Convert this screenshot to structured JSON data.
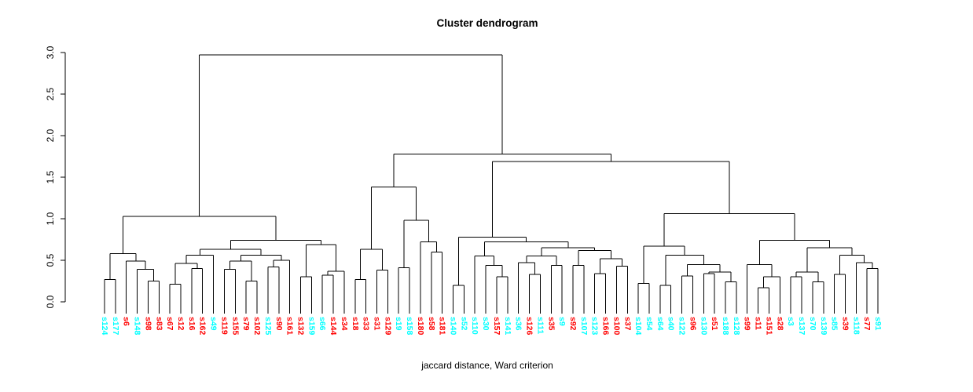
{
  "chart_data": {
    "type": "dendrogram",
    "title": "Cluster dendrogram",
    "xlabel": "jaccard distance, Ward criterion",
    "ylabel": "",
    "legend": "none",
    "grid": "off",
    "y_axis": {
      "range": [
        0.0,
        3.0
      ],
      "ticks": [
        0,
        0.5,
        1,
        1.5,
        2,
        2.5,
        3
      ],
      "tick_labels": [
        "0.0",
        "0.5",
        "1.0",
        "1.5",
        "2.0",
        "2.5",
        "3.0"
      ]
    },
    "colors": {
      "cyan": "#00FFFF",
      "red": "#FF0000",
      "line": "#000000"
    },
    "root_height": 2.97,
    "leaves": [
      {
        "label": "s124",
        "color": "cyan"
      },
      {
        "label": "s177",
        "color": "cyan"
      },
      {
        "label": "s6",
        "color": "red"
      },
      {
        "label": "s148",
        "color": "cyan"
      },
      {
        "label": "s98",
        "color": "red"
      },
      {
        "label": "s83",
        "color": "red"
      },
      {
        "label": "s67",
        "color": "red"
      },
      {
        "label": "s12",
        "color": "red"
      },
      {
        "label": "s16",
        "color": "red"
      },
      {
        "label": "s162",
        "color": "red"
      },
      {
        "label": "s49",
        "color": "cyan"
      },
      {
        "label": "s119",
        "color": "red"
      },
      {
        "label": "s155",
        "color": "red"
      },
      {
        "label": "s79",
        "color": "red"
      },
      {
        "label": "s102",
        "color": "red"
      },
      {
        "label": "s125",
        "color": "cyan"
      },
      {
        "label": "s90",
        "color": "red"
      },
      {
        "label": "s161",
        "color": "red"
      },
      {
        "label": "s132",
        "color": "red"
      },
      {
        "label": "s159",
        "color": "cyan"
      },
      {
        "label": "s66",
        "color": "cyan"
      },
      {
        "label": "s144",
        "color": "red"
      },
      {
        "label": "s34",
        "color": "red"
      },
      {
        "label": "s18",
        "color": "red"
      },
      {
        "label": "s33",
        "color": "red"
      },
      {
        "label": "s31",
        "color": "red"
      },
      {
        "label": "s129",
        "color": "red"
      },
      {
        "label": "s19",
        "color": "cyan"
      },
      {
        "label": "s158",
        "color": "cyan"
      },
      {
        "label": "s180",
        "color": "red"
      },
      {
        "label": "s58",
        "color": "red"
      },
      {
        "label": "s181",
        "color": "red"
      },
      {
        "label": "s140",
        "color": "cyan"
      },
      {
        "label": "s52",
        "color": "cyan"
      },
      {
        "label": "s110",
        "color": "cyan"
      },
      {
        "label": "s30",
        "color": "cyan"
      },
      {
        "label": "s157",
        "color": "red"
      },
      {
        "label": "s141",
        "color": "cyan"
      },
      {
        "label": "s36",
        "color": "cyan"
      },
      {
        "label": "s126",
        "color": "red"
      },
      {
        "label": "s111",
        "color": "cyan"
      },
      {
        "label": "s35",
        "color": "red"
      },
      {
        "label": "s9",
        "color": "cyan"
      },
      {
        "label": "s92",
        "color": "red"
      },
      {
        "label": "s107",
        "color": "cyan"
      },
      {
        "label": "s123",
        "color": "cyan"
      },
      {
        "label": "s166",
        "color": "red"
      },
      {
        "label": "s100",
        "color": "red"
      },
      {
        "label": "s37",
        "color": "red"
      },
      {
        "label": "s104",
        "color": "cyan"
      },
      {
        "label": "s54",
        "color": "cyan"
      },
      {
        "label": "s64",
        "color": "cyan"
      },
      {
        "label": "s40",
        "color": "cyan"
      },
      {
        "label": "s122",
        "color": "cyan"
      },
      {
        "label": "s96",
        "color": "red"
      },
      {
        "label": "s130",
        "color": "cyan"
      },
      {
        "label": "s51",
        "color": "red"
      },
      {
        "label": "s188",
        "color": "cyan"
      },
      {
        "label": "s128",
        "color": "cyan"
      },
      {
        "label": "s99",
        "color": "red"
      },
      {
        "label": "s11",
        "color": "red"
      },
      {
        "label": "s151",
        "color": "red"
      },
      {
        "label": "s28",
        "color": "red"
      },
      {
        "label": "s3",
        "color": "cyan"
      },
      {
        "label": "s137",
        "color": "cyan"
      },
      {
        "label": "s70",
        "color": "cyan"
      },
      {
        "label": "s139",
        "color": "cyan"
      },
      {
        "label": "s85",
        "color": "cyan"
      },
      {
        "label": "s39",
        "color": "red"
      },
      {
        "label": "s118",
        "color": "cyan"
      },
      {
        "label": "s77",
        "color": "red"
      },
      {
        "label": "s91",
        "color": "cyan"
      }
    ],
    "tree": [
      2.97,
      [
        1.03,
        [
          0.58,
          [
            0.27,
            0,
            1
          ],
          [
            0.49,
            2,
            [
              0.39,
              3,
              [
                0.25,
                4,
                5
              ]
            ]
          ]
        ],
        [
          0.74,
          [
            0.63,
            [
              0.56,
              [
                0.46,
                [
                  0.21,
                  6,
                  7
                ],
                [
                  0.4,
                  8,
                  9
                ]
              ],
              10
            ],
            [
              0.56,
              [
                0.49,
                [
                  0.39,
                  11,
                  12
                ],
                [
                  0.25,
                  13,
                  14
                ]
              ],
              [
                0.5,
                [
                  0.42,
                  15,
                  16
                ],
                17
              ]
            ]
          ],
          [
            0.69,
            [
              0.3,
              18,
              19
            ],
            [
              0.37,
              [
                0.32,
                20,
                21
              ],
              22
            ]
          ]
        ]
      ],
      [
        1.78,
        [
          1.38,
          [
            0.63,
            [
              0.27,
              23,
              24
            ],
            [
              0.38,
              25,
              26
            ]
          ],
          [
            0.98,
            [
              0.41,
              27,
              28
            ],
            [
              0.72,
              29,
              [
                0.6,
                30,
                31
              ]
            ]
          ]
        ],
        [
          1.69,
          [
            0.78,
            [
              0.2,
              32,
              33
            ],
            [
              0.72,
              [
                0.55,
                34,
                [
                  0.44,
                  35,
                  [
                    0.3,
                    36,
                    37
                  ]
                ]
              ],
              [
                0.65,
                [
                  0.55,
                  [
                    0.47,
                    38,
                    [
                      0.33,
                      39,
                      40
                    ]
                  ],
                  [
                    0.44,
                    41,
                    42
                  ]
                ],
                [
                  0.62,
                  [
                    0.44,
                    43,
                    44
                  ],
                  [
                    0.52,
                    [
                      0.34,
                      45,
                      46
                    ],
                    [
                      0.43,
                      47,
                      48
                    ]
                  ]
                ]
              ]
            ]
          ],
          [
            1.06,
            [
              0.67,
              [
                0.22,
                49,
                50
              ],
              [
                0.56,
                [
                  0.2,
                  51,
                  52
                ],
                [
                  0.45,
                  [
                    0.31,
                    53,
                    54
                  ],
                  [
                    0.36,
                    [
                      0.34,
                      55,
                      56
                    ],
                    [
                      0.24,
                      57,
                      58
                    ]
                  ]
                ]
              ]
            ],
            [
              0.74,
              [
                0.45,
                59,
                [
                  0.3,
                  [
                    0.17,
                    60,
                    61
                  ],
                  62
                ]
              ],
              [
                0.65,
                [
                  0.36,
                  [
                    0.3,
                    63,
                    64
                  ],
                  [
                    0.24,
                    65,
                    66
                  ]
                ],
                [
                  0.56,
                  [
                    0.33,
                    67,
                    68
                  ],
                  [
                    0.47,
                    69,
                    [
                      0.4,
                      70,
                      71
                    ]
                  ]
                ]
              ]
            ]
          ]
        ]
      ]
    ]
  }
}
